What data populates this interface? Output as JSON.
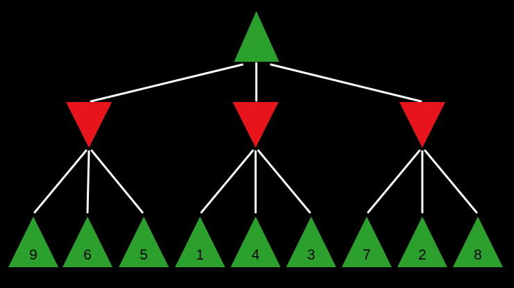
{
  "colors": {
    "background": "#000000",
    "max_node": "#2ca02c",
    "min_node": "#e8141c",
    "edge": "#ffffff",
    "leaf_text": "#000000"
  },
  "tree": {
    "root": {
      "type": "max"
    },
    "min_nodes": [
      {
        "type": "min"
      },
      {
        "type": "min"
      },
      {
        "type": "min"
      }
    ],
    "leaf_values": [
      "9",
      "6",
      "5",
      "1",
      "4",
      "3",
      "7",
      "2",
      "8"
    ],
    "leaf_groups": [
      [
        "9",
        "6",
        "5"
      ],
      [
        "1",
        "4",
        "3"
      ],
      [
        "7",
        "2",
        "8"
      ]
    ]
  }
}
